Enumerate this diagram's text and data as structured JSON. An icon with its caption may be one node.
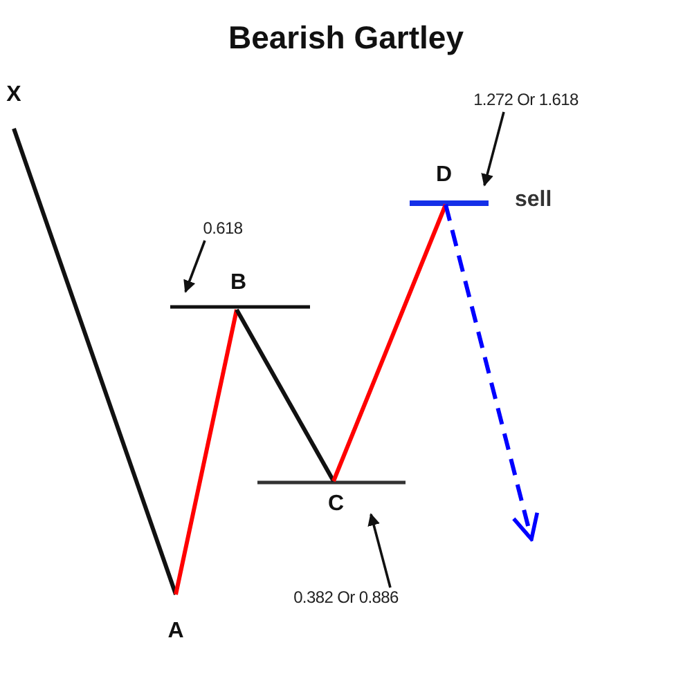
{
  "diagram": {
    "title": "Bearish Gartley",
    "nodes": [
      {
        "text": [
          "X"
        ]
      },
      {
        "text": [
          "A"
        ]
      },
      {
        "text": [
          "B"
        ]
      },
      {
        "text": [
          "C"
        ]
      },
      {
        "text": [
          "D"
        ]
      },
      {
        "text": [
          "0.618"
        ]
      },
      {
        "text": [
          "1.272 Or 1.618"
        ]
      },
      {
        "text": [
          "0.382 Or 0.886"
        ]
      }
    ],
    "edges": [
      {
        "from": 0,
        "to": 1,
        "arrow": "none"
      },
      {
        "from": 1,
        "to": 2,
        "arrow": "none",
        "color": "#ff0000"
      },
      {
        "from": 2,
        "to": 3,
        "arrow": "none"
      },
      {
        "from": 3,
        "to": 4,
        "arrow": "none",
        "color": "#ff0000"
      },
      {
        "from": 4,
        "to": null,
        "arrow": "to",
        "style": "dashed",
        "color": "#0000ff"
      },
      {
        "from": 5,
        "to": 2,
        "arrow": "to"
      },
      {
        "from": 6,
        "to": 4,
        "arrow": "to"
      },
      {
        "from": 7,
        "to": 3,
        "arrow": "to"
      }
    ],
    "labels": [
      "sell"
    ]
  }
}
